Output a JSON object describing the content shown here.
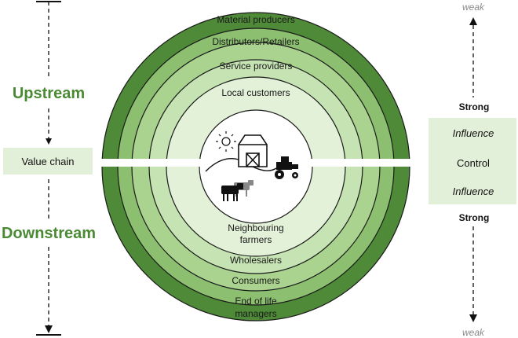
{
  "rings": {
    "material_producers": "Material producers",
    "distributors_retailers": "Distributors/Retailers",
    "service_providers": "Service providers",
    "local_customers": "Local customers",
    "neighbouring_farmers_1": "Neighbouring",
    "neighbouring_farmers_2": "farmers",
    "wholesalers": "Wholesalers",
    "consumers": "Consumers",
    "end_of_life_1": "End of life",
    "end_of_life_2": "managers"
  },
  "left": {
    "upstream": "Upstream",
    "value_chain": "Value chain",
    "downstream": "Downstream"
  },
  "right": {
    "weak_top": "weak",
    "strong_top": "Strong",
    "influence_top": "Influence",
    "control": "Control",
    "influence_bottom": "Influence",
    "strong_bottom": "Strong",
    "weak_bottom": "weak"
  },
  "colors": {
    "ring_outer": "#4e8a37",
    "ring_2": "#8cc070",
    "ring_3": "#a9d38f",
    "ring_4": "#c6e3b3",
    "ring_5": "#e3f1d9",
    "center": "#ffffff",
    "accent_text": "#4a8a34",
    "panel_fill": "#e2efd9"
  },
  "icons": [
    "sun-icon",
    "barn-icon",
    "tractor-icon",
    "cows-icon"
  ]
}
